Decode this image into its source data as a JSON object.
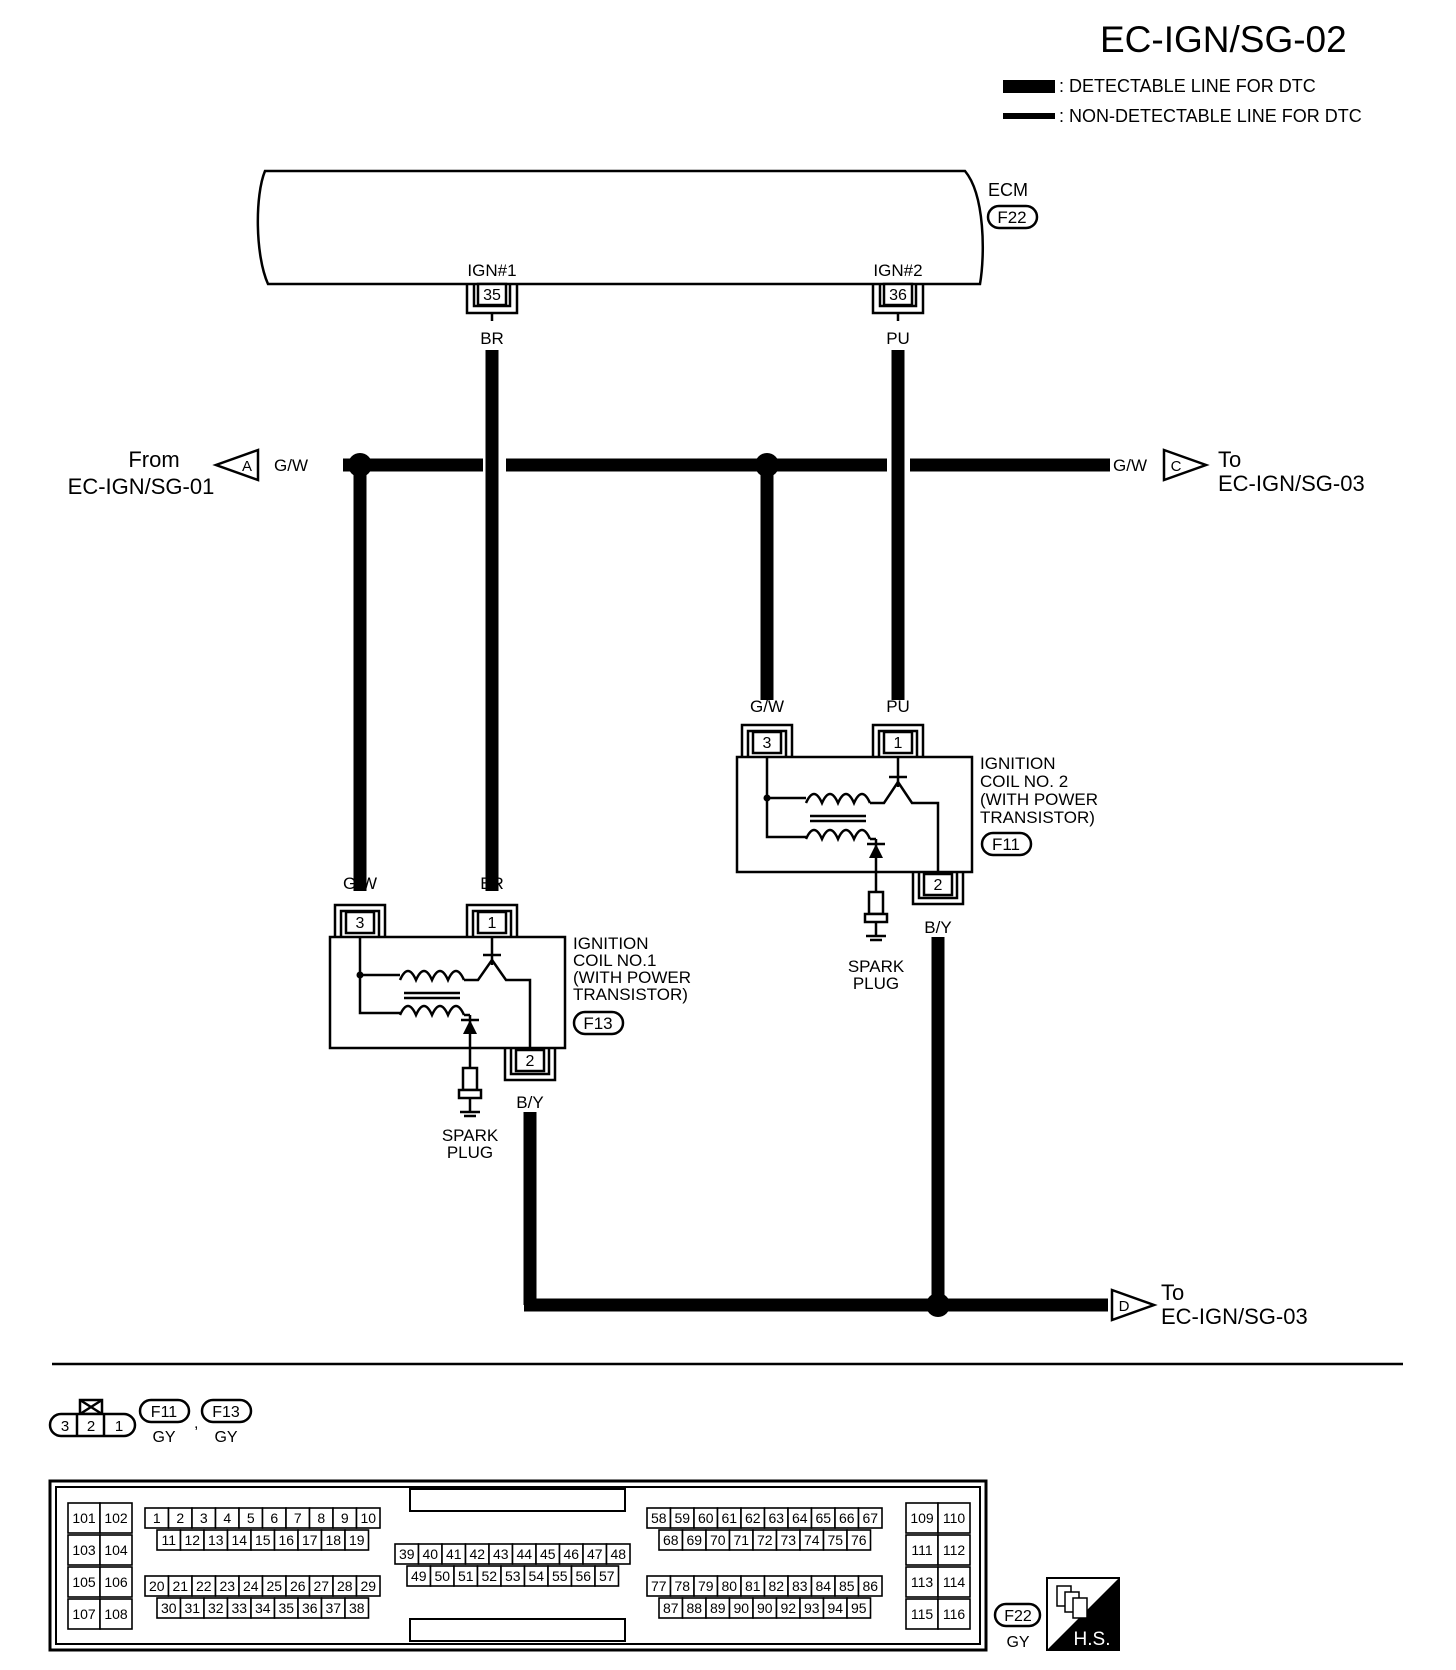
{
  "page_id": "EC-IGN/SG-02",
  "legend": {
    "detectable": ": DETECTABLE LINE FOR DTC",
    "non_detectable": ": NON-DETECTABLE LINE FOR DTC"
  },
  "ecm": {
    "label": "ECM",
    "connector": "F22",
    "ign1_label": "IGN#1",
    "ign1_pin": "35",
    "ign2_label": "IGN#2",
    "ign2_pin": "36"
  },
  "wire_colors": {
    "br": "BR",
    "pu": "PU",
    "gw": "G/W",
    "by": "B/Y"
  },
  "from_left": {
    "from": "From",
    "page": "EC-IGN/SG-01",
    "letter": "A"
  },
  "to_right": {
    "to": "To",
    "page": "EC-IGN/SG-03",
    "letter": "C"
  },
  "to_bottom": {
    "to": "To",
    "page": "EC-IGN/SG-03",
    "letter": "D"
  },
  "coil1": {
    "line1": "IGNITION",
    "line2": "COIL NO.1",
    "line3": "(WITH POWER",
    "line4": "TRANSISTOR)",
    "connector": "F13",
    "pin_gw": "3",
    "pin_br": "1",
    "pin_by": "2",
    "spark_1": "SPARK",
    "spark_2": "PLUG"
  },
  "coil2": {
    "line1": "IGNITION",
    "line2": "COIL NO. 2",
    "line3": "(WITH POWER",
    "line4": "TRANSISTOR)",
    "connector": "F11",
    "pin_gw": "3",
    "pin_pu": "1",
    "pin_by": "2",
    "spark_1": "SPARK",
    "spark_2": "PLUG"
  },
  "small_connector": {
    "pins": [
      "3",
      "2",
      "1"
    ],
    "conn_a": "F11",
    "conn_a_color": "GY",
    "sep": ",",
    "conn_b": "F13",
    "conn_b_color": "GY"
  },
  "ecm_connector": {
    "side_left": [
      [
        "101",
        "102"
      ],
      [
        "103",
        "104"
      ],
      [
        "105",
        "106"
      ],
      [
        "107",
        "108"
      ]
    ],
    "side_right": [
      [
        "109",
        "110"
      ],
      [
        "111",
        "112"
      ],
      [
        "113",
        "114"
      ],
      [
        "115",
        "116"
      ]
    ],
    "g1_row1": [
      "1",
      "2",
      "3",
      "4",
      "5",
      "6",
      "7",
      "8",
      "9",
      "10"
    ],
    "g1_row2": [
      "11",
      "12",
      "13",
      "14",
      "15",
      "16",
      "17",
      "18",
      "19"
    ],
    "g2_row1": [
      "20",
      "21",
      "22",
      "23",
      "24",
      "25",
      "26",
      "27",
      "28",
      "29"
    ],
    "g2_row2": [
      "30",
      "31",
      "32",
      "33",
      "34",
      "35",
      "36",
      "37",
      "38"
    ],
    "mid_row1": [
      "39",
      "40",
      "41",
      "42",
      "43",
      "44",
      "45",
      "46",
      "47",
      "48"
    ],
    "mid_row2": [
      "49",
      "50",
      "51",
      "52",
      "53",
      "54",
      "55",
      "56",
      "57"
    ],
    "g3_row1": [
      "58",
      "59",
      "60",
      "61",
      "62",
      "63",
      "64",
      "65",
      "66",
      "67"
    ],
    "g3_row2": [
      "68",
      "69",
      "70",
      "71",
      "72",
      "73",
      "74",
      "75",
      "76"
    ],
    "g4_row1": [
      "77",
      "78",
      "79",
      "80",
      "81",
      "82",
      "83",
      "84",
      "85",
      "86"
    ],
    "g4_row2": [
      "87",
      "88",
      "89",
      "90",
      "90",
      "92",
      "93",
      "94",
      "95"
    ],
    "connector": "F22",
    "color": "GY",
    "hs": "H.S."
  }
}
